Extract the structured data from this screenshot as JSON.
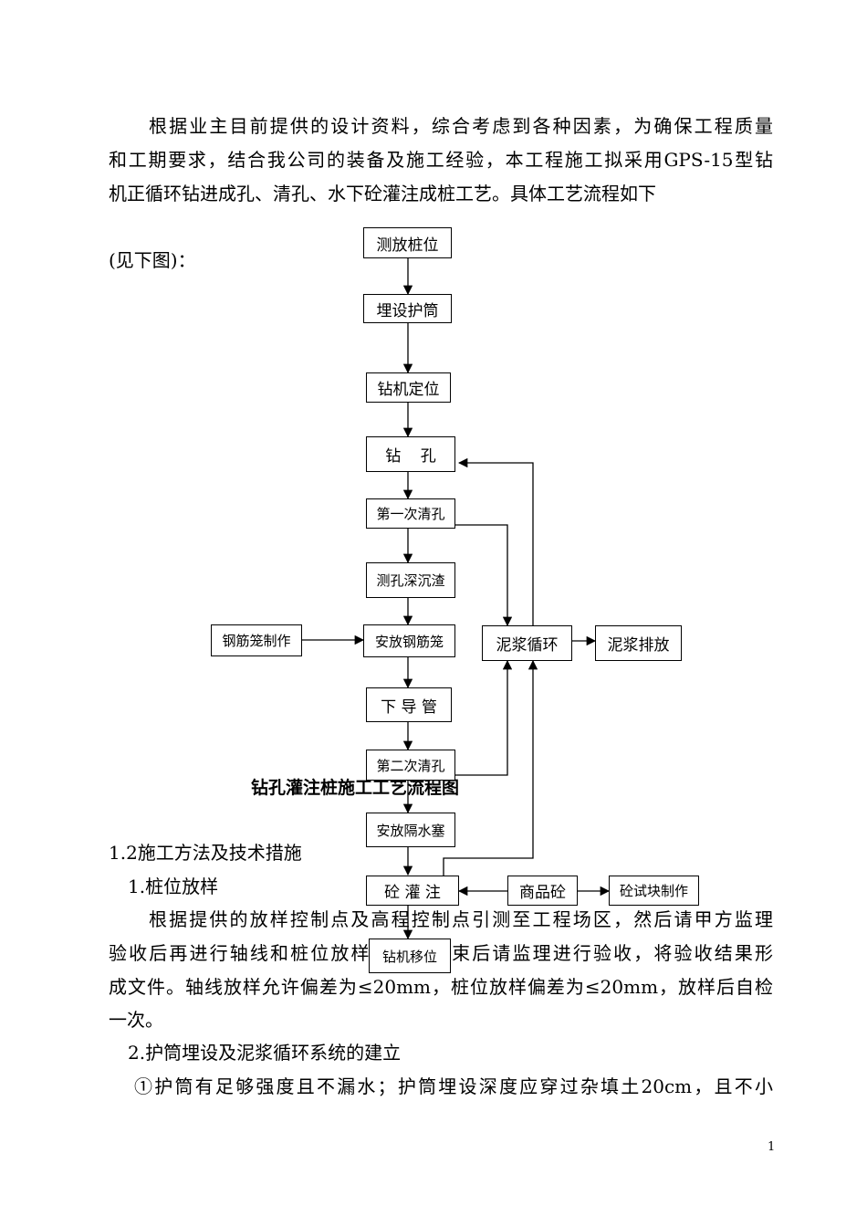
{
  "intro": [
    "根据业主目前提供的设计资料，综合考虑到各种因素，为确保工程质量",
    "和工期要求，结合我公司的装备及施工经验，本工程施工拟采用GPS-15型钻",
    "机正循环钻进成孔、清孔、水下砼灌注成桩工艺。具体工艺流程如下",
    "(见下图)："
  ],
  "flowchart": {
    "title": "钻孔灌注桩施工工艺流程图",
    "nodes": {
      "survey": "测放桩位",
      "casing": "埋设护筒",
      "rig_position": "钻机定位",
      "drilling": "钻    孔",
      "clean1": "第一次清孔",
      "measure": "测孔深沉渣",
      "cage_make": "钢筋笼制作",
      "cage_place": "安放钢筋笼",
      "pipe": "下 导 管",
      "clean2": "第二次清孔",
      "plug": "安放隔水塞",
      "pour": "砼 灌 注",
      "rig_move": "钻机移位",
      "mud_cycle": "泥浆循环",
      "mud_discharge": "泥浆排放",
      "concrete": "商品砼",
      "test_block": "砼试块制作"
    }
  },
  "section": {
    "heading": "1.2施工方法及技术措施",
    "sub1": "1.桩位放样",
    "para1": [
      "根据提供的放样控制点及高程控制点引测至工程场区，然后请甲方监理",
      "验收后再进行轴线和桩位放样，放样结束后请监理进行验收，将验收结果形",
      "成文件。轴线放样允许偏差为≤20mm，桩位放样偏差为≤20mm，放样后自检",
      "一次。"
    ],
    "sub2": "2.护筒埋设及泥浆循环系统的建立",
    "para2": "①护筒有足够强度且不漏水；护筒埋设深度应穿过杂填土20cm，且不小"
  },
  "page_number": "1"
}
